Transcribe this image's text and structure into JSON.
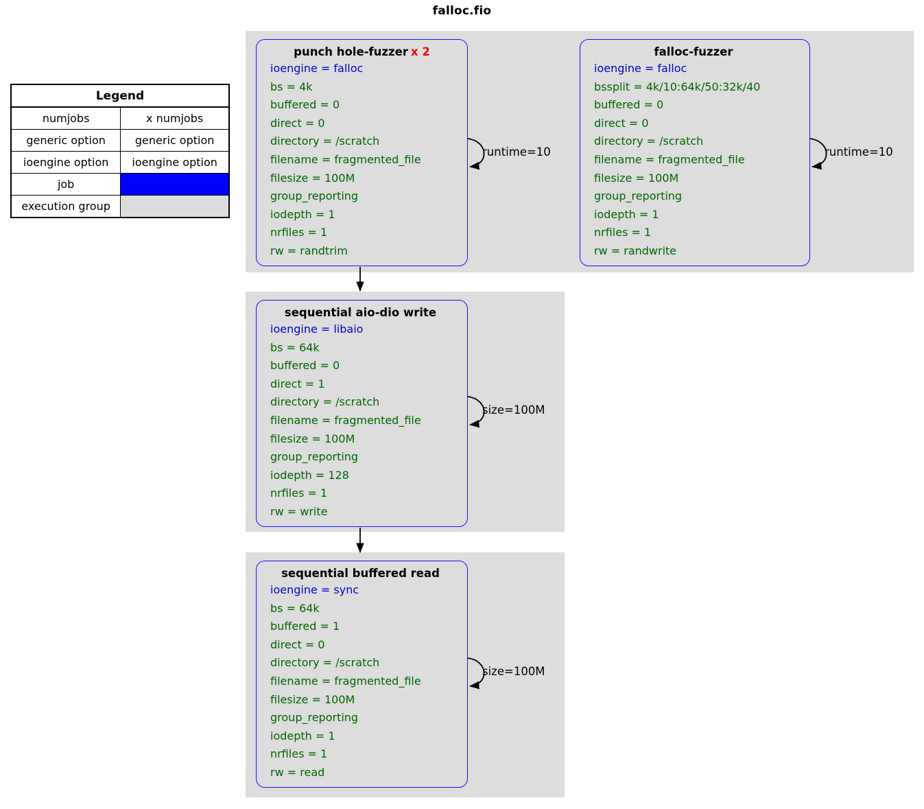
{
  "title": "falloc.fio",
  "legend": {
    "header": "Legend",
    "rows": [
      {
        "label": "numjobs",
        "value": "x numjobs",
        "style": "numjobs"
      },
      {
        "label": "generic option",
        "value": "generic option",
        "style": "generic"
      },
      {
        "label": "ioengine option",
        "value": "ioengine option",
        "style": "ioengine"
      },
      {
        "label": "job",
        "value": "",
        "style": "swatch-job"
      },
      {
        "label": "execution group",
        "value": "",
        "style": "swatch-group"
      }
    ],
    "colors": {
      "numjobs": "#ff0000",
      "generic": "#006400",
      "ioengine": "#0000cd",
      "job": "#0000ff",
      "execution_group": "#dcdcdc"
    }
  },
  "groups": [
    {
      "name": "execution-group-1",
      "jobs": [
        "punch-hole-fuzzer",
        "falloc-fuzzer"
      ]
    },
    {
      "name": "execution-group-2",
      "jobs": [
        "sequential-aio-dio-write"
      ]
    },
    {
      "name": "execution-group-3",
      "jobs": [
        "sequential-buffered-read"
      ]
    }
  ],
  "jobs": {
    "punch_hole_fuzzer": {
      "title": "punch hole-fuzzer",
      "numjobs": "x 2",
      "loop_label": "runtime=10",
      "options": [
        {
          "text": "ioengine = falloc",
          "kind": "ioengine"
        },
        {
          "text": "bs = 4k",
          "kind": "generic"
        },
        {
          "text": "buffered = 0",
          "kind": "generic"
        },
        {
          "text": "direct = 0",
          "kind": "generic"
        },
        {
          "text": "directory = /scratch",
          "kind": "generic"
        },
        {
          "text": "filename = fragmented_file",
          "kind": "generic"
        },
        {
          "text": "filesize = 100M",
          "kind": "generic"
        },
        {
          "text": "group_reporting",
          "kind": "generic"
        },
        {
          "text": "iodepth = 1",
          "kind": "generic"
        },
        {
          "text": "nrfiles = 1",
          "kind": "generic"
        },
        {
          "text": "rw = randtrim",
          "kind": "generic"
        }
      ]
    },
    "falloc_fuzzer": {
      "title": "falloc-fuzzer",
      "numjobs": "",
      "loop_label": "runtime=10",
      "options": [
        {
          "text": "ioengine = falloc",
          "kind": "ioengine"
        },
        {
          "text": "bssplit = 4k/10:64k/50:32k/40",
          "kind": "generic"
        },
        {
          "text": "buffered = 0",
          "kind": "generic"
        },
        {
          "text": "direct = 0",
          "kind": "generic"
        },
        {
          "text": "directory = /scratch",
          "kind": "generic"
        },
        {
          "text": "filename = fragmented_file",
          "kind": "generic"
        },
        {
          "text": "filesize = 100M",
          "kind": "generic"
        },
        {
          "text": "group_reporting",
          "kind": "generic"
        },
        {
          "text": "iodepth = 1",
          "kind": "generic"
        },
        {
          "text": "nrfiles = 1",
          "kind": "generic"
        },
        {
          "text": "rw = randwrite",
          "kind": "generic"
        }
      ]
    },
    "sequential_aio_dio_write": {
      "title": "sequential aio-dio write",
      "numjobs": "",
      "loop_label": "size=100M",
      "options": [
        {
          "text": "ioengine = libaio",
          "kind": "ioengine"
        },
        {
          "text": "bs = 64k",
          "kind": "generic"
        },
        {
          "text": "buffered = 0",
          "kind": "generic"
        },
        {
          "text": "direct = 1",
          "kind": "generic"
        },
        {
          "text": "directory = /scratch",
          "kind": "generic"
        },
        {
          "text": "filename = fragmented_file",
          "kind": "generic"
        },
        {
          "text": "filesize = 100M",
          "kind": "generic"
        },
        {
          "text": "group_reporting",
          "kind": "generic"
        },
        {
          "text": "iodepth = 128",
          "kind": "generic"
        },
        {
          "text": "nrfiles = 1",
          "kind": "generic"
        },
        {
          "text": "rw = write",
          "kind": "generic"
        }
      ]
    },
    "sequential_buffered_read": {
      "title": "sequential buffered read",
      "numjobs": "",
      "loop_label": "size=100M",
      "options": [
        {
          "text": "ioengine = sync",
          "kind": "ioengine"
        },
        {
          "text": "bs = 64k",
          "kind": "generic"
        },
        {
          "text": "buffered = 1",
          "kind": "generic"
        },
        {
          "text": "direct = 0",
          "kind": "generic"
        },
        {
          "text": "directory = /scratch",
          "kind": "generic"
        },
        {
          "text": "filename = fragmented_file",
          "kind": "generic"
        },
        {
          "text": "filesize = 100M",
          "kind": "generic"
        },
        {
          "text": "group_reporting",
          "kind": "generic"
        },
        {
          "text": "iodepth = 1",
          "kind": "generic"
        },
        {
          "text": "nrfiles = 1",
          "kind": "generic"
        },
        {
          "text": "rw = read",
          "kind": "generic"
        }
      ]
    }
  }
}
